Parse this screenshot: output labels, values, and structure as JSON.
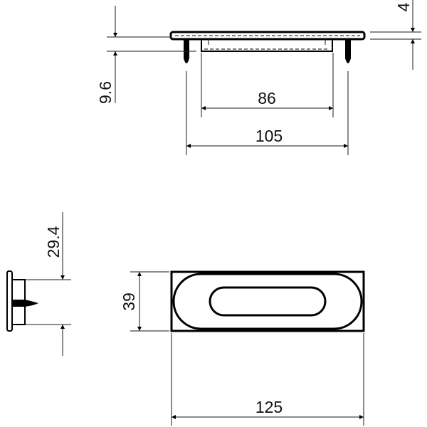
{
  "drawing": {
    "type": "technical-drawing",
    "subject": "flush pull handle",
    "line_color": "#000000",
    "background": "#ffffff",
    "views": {
      "top_section": {
        "dimensions": {
          "pin_depth": "9.6",
          "plate_thickness": "4",
          "inner_width": "86",
          "pin_spacing": "105"
        }
      },
      "side": {
        "dimensions": {
          "body_height": "29.4"
        }
      },
      "front": {
        "dimensions": {
          "height": "39",
          "width": "125"
        }
      }
    }
  }
}
